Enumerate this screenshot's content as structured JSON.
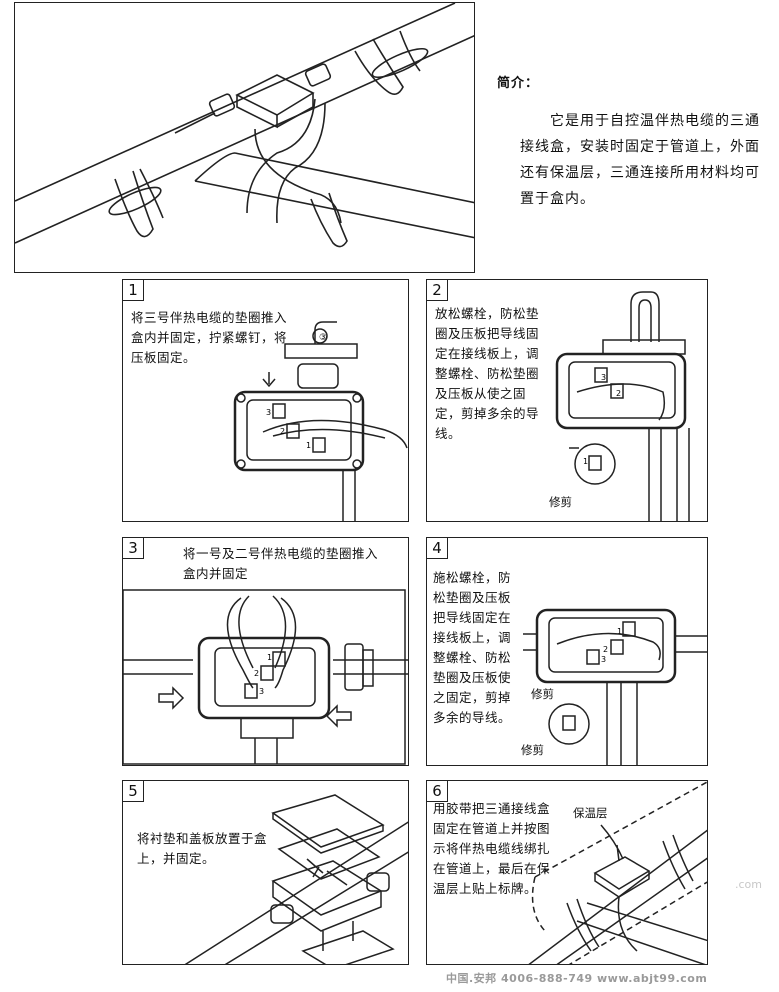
{
  "intro": {
    "title": "简介：",
    "body": "　　它是用于自控温伴热电缆的三通接线盒，安装时固定于管道上，外面还有保温层，三通连接所用材料均可置于盒内。"
  },
  "steps": [
    {
      "num": "1",
      "text": "将三号伴热电缆的垫圈推入盒内并固定，拧紧螺钉，将压板固定。"
    },
    {
      "num": "2",
      "text": "放松螺栓，防松垫圈及压板把导线固定在接线板上，调整螺栓、防松垫圈及压板从使之固定，剪掉多余的导线。",
      "label": "修剪"
    },
    {
      "num": "3",
      "text": "将一号及二号伴热电缆的垫圈推入盒内并固定"
    },
    {
      "num": "4",
      "text": "施松螺栓，防松垫圈及压板把导线固定在接线板上，调整螺栓、防松垫圈及压板使之固定，剪掉多余的导线。",
      "label_a": "修剪",
      "label_b": "修剪"
    },
    {
      "num": "5",
      "text": "将衬垫和盖板放置于盒上，并固定。"
    },
    {
      "num": "6",
      "text": "用胶带把三通接线盒固定在管道上并按图示将伴热电缆线绑扎在管道上，最后在保温层上贴上标牌。",
      "label": "保温层"
    }
  ],
  "terminals": {
    "t1": "1",
    "t2": "2",
    "t3": "3",
    "t4": "③"
  },
  "watermark": {
    "footer": "中国.安邦 4006-888-749 www.abjt99.com",
    "com": ".com"
  }
}
